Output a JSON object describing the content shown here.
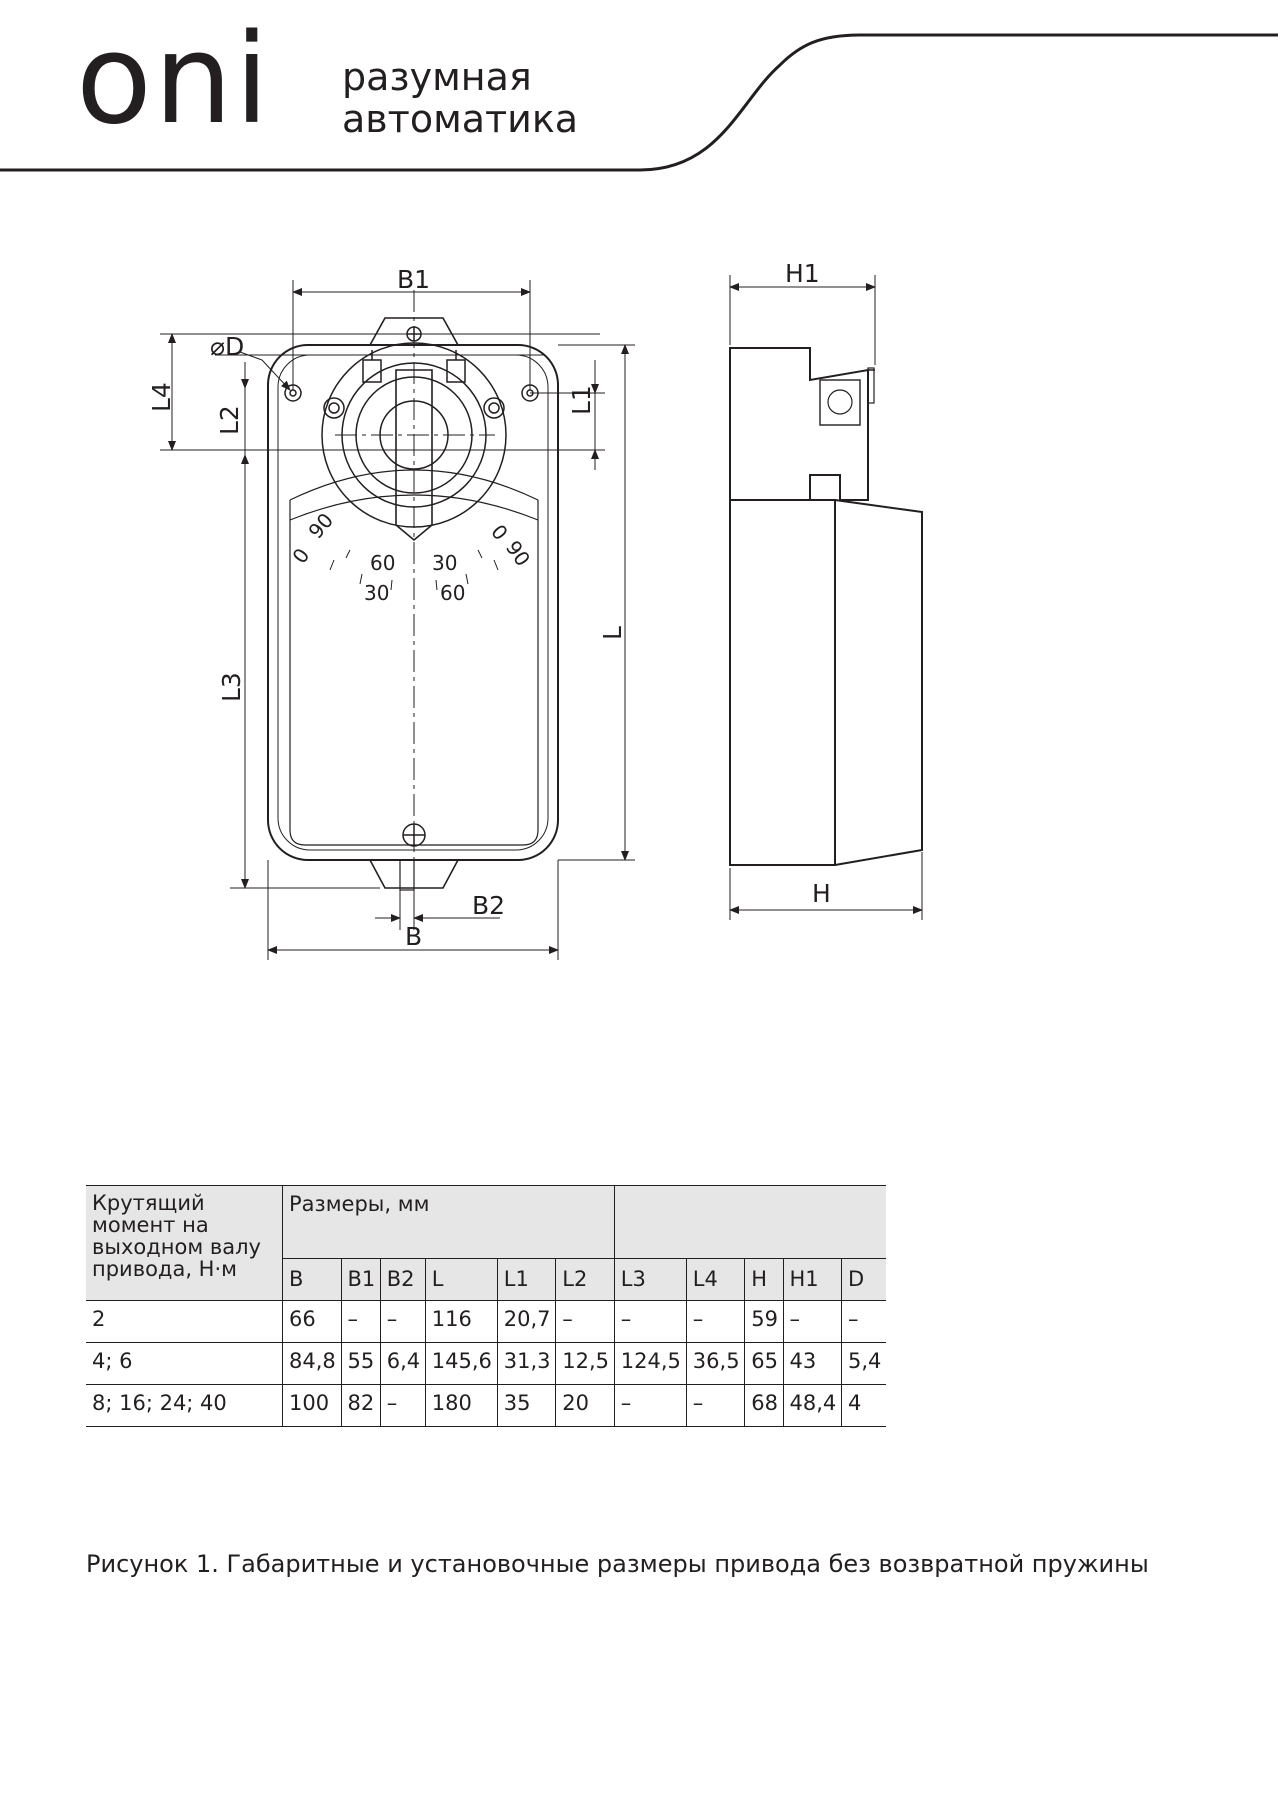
{
  "header": {
    "logo_text": "oni",
    "tagline_line1": "разумная",
    "tagline_line2": "автоматика"
  },
  "drawing": {
    "labels": {
      "B1": "B1",
      "H1": "H1",
      "D": "⌀D",
      "L4": "L4",
      "L2": "L2",
      "L1": "L1",
      "L": "L",
      "L3": "L3",
      "B2": "B2",
      "B": "B",
      "H": "H"
    },
    "scale_left": [
      "90",
      "0",
      "60",
      "30"
    ],
    "scale_right": [
      "0",
      "90",
      "30",
      "60"
    ]
  },
  "table": {
    "torque_header": "Крутящий момент на выходном валу привода, Н·м",
    "dims_header": "Размеры, мм",
    "columns": [
      "B",
      "B1",
      "B2",
      "L",
      "L1",
      "L2",
      "L3",
      "L4",
      "H",
      "H1",
      "D"
    ],
    "rows": [
      {
        "torque": "2",
        "values": [
          "66",
          "–",
          "–",
          "116",
          "20,7",
          "–",
          "–",
          "–",
          "59",
          "–",
          "–"
        ]
      },
      {
        "torque": "4; 6",
        "values": [
          "84,8",
          "55",
          "6,4",
          "145,6",
          "31,3",
          "12,5",
          "124,5",
          "36,5",
          "65",
          "43",
          "5,4"
        ]
      },
      {
        "torque": "8; 16; 24; 40",
        "values": [
          "100",
          "82",
          "–",
          "180",
          "35",
          "20",
          "–",
          "–",
          "68",
          "48,4",
          "4"
        ]
      }
    ]
  },
  "caption": "Рисунок 1. Габаритные и установочные размеры привода без возвратной пружины"
}
